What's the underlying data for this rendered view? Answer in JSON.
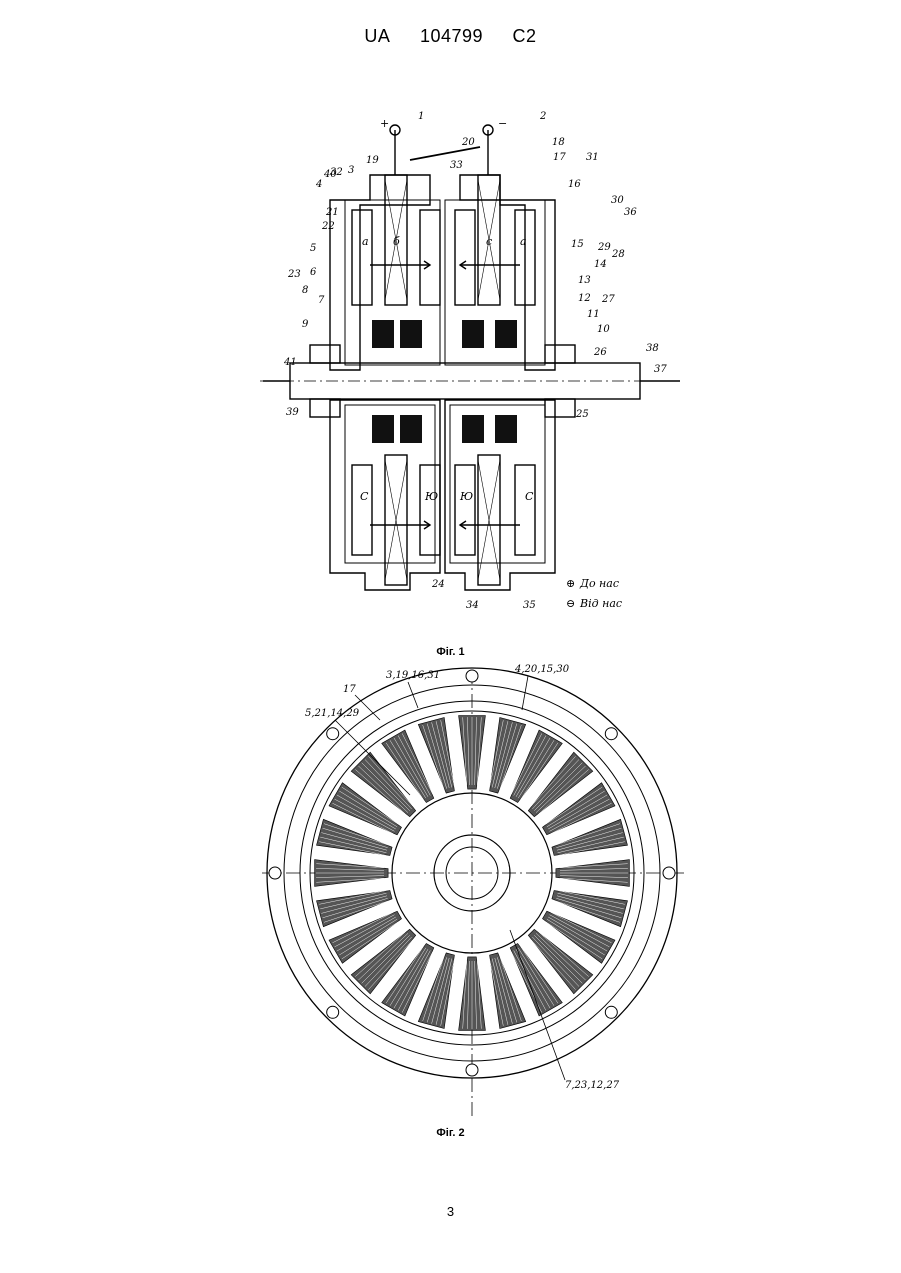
{
  "header": {
    "country": "UA",
    "number": "104799",
    "kind": "C2"
  },
  "figure1": {
    "caption": "Фіг. 1",
    "terminals": {
      "plus": "+",
      "minus": "−"
    },
    "legend": {
      "plus_symbol": "⊕",
      "plus_text": "До нас",
      "minus_symbol": "⊖",
      "minus_text": "Від нас"
    },
    "ref_numerals": [
      "1",
      "2",
      "3",
      "4",
      "5",
      "6",
      "7",
      "8",
      "9",
      "10",
      "11",
      "12",
      "13",
      "14",
      "15",
      "16",
      "17",
      "18",
      "19",
      "20",
      "21",
      "22",
      "23",
      "24",
      "25",
      "26",
      "27",
      "28",
      "29",
      "30",
      "31",
      "32",
      "33",
      "34",
      "35",
      "36",
      "37",
      "38",
      "39",
      "40",
      "41"
    ],
    "coil_letters": [
      "а",
      "б",
      "с",
      "а"
    ],
    "pole_letters": [
      "С",
      "Ю",
      "Ю",
      "С"
    ]
  },
  "figure2": {
    "caption": "Фіг. 2",
    "labels": {
      "l1": "17",
      "l2": "3,19,16,31",
      "l3": "4,20,15,30",
      "l4": "5,21,14,29",
      "l5": "7,23,12,27"
    }
  },
  "page_number": "3"
}
